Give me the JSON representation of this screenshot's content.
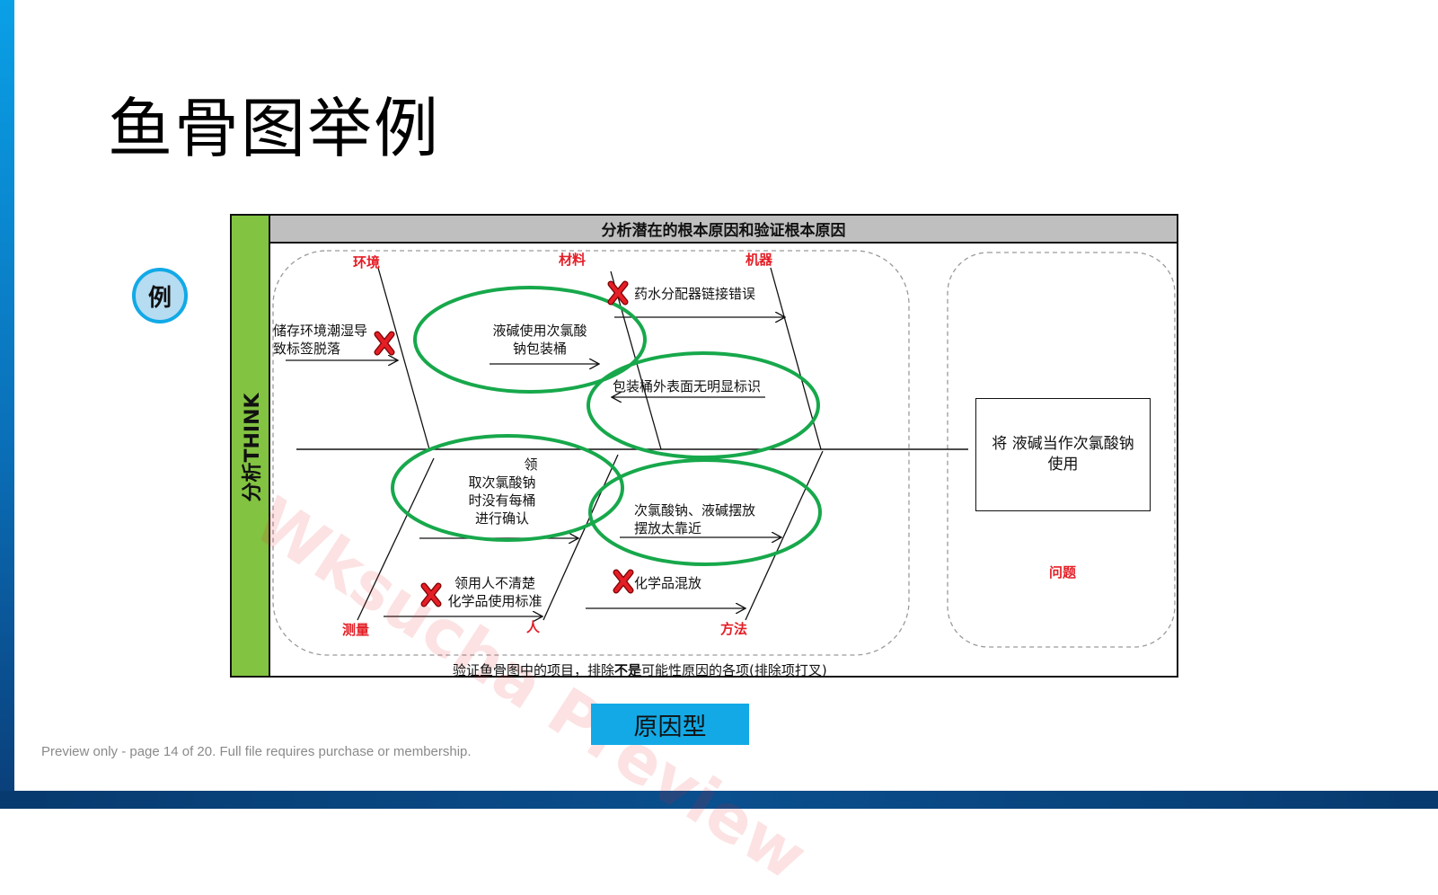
{
  "slide": {
    "title": "鱼骨图举例",
    "example_badge": "例",
    "side_label": "分析THINK",
    "header": "分析潜在的根本原因和验证根本原因",
    "footnote_pre": "验证鱼骨图中的项目，排除",
    "footnote_bold": "不是",
    "footnote_post": "可能性原因的各项(排除项打叉)",
    "type_tag": "原因型",
    "preview_note": "Preview only - page 14 of 20. Full file requires purchase or membership.",
    "watermark": "Wksucha Preview"
  },
  "fishbone": {
    "categories": {
      "environment": "环境",
      "material": "材料",
      "machine": "机器",
      "measurement": "测量",
      "people": "人",
      "method": "方法",
      "problem": "问题"
    },
    "problem_statement": "将 液碱当作次氯酸钠使用",
    "causes": {
      "env_1_line1": "储存环境潮湿导",
      "env_1_line2": "致标签脱落",
      "mat_1_line1": "液碱使用次氯酸",
      "mat_1_line2": "钠包装桶",
      "mach_1": "药水分配器链接错误",
      "mach_2": "包装桶外表面无明显标识",
      "people_1_line1": "领",
      "people_1_line2": "取次氯酸钠",
      "people_1_line3": "时没有每桶",
      "people_1_line4": "进行确认",
      "people_2_line1": "领用人不清楚",
      "people_2_line2": "化学品使用标准",
      "method_1_line1": "次氯酸钠、液碱摆放",
      "method_1_line2": "摆放太靠近",
      "method_2": "化学品混放"
    }
  },
  "colors": {
    "accent_blue": "#12a9e6",
    "band_green": "#82c341",
    "highlight_green": "#17a84b",
    "category_red": "#e41e26",
    "header_gray": "#bfbfbf"
  }
}
